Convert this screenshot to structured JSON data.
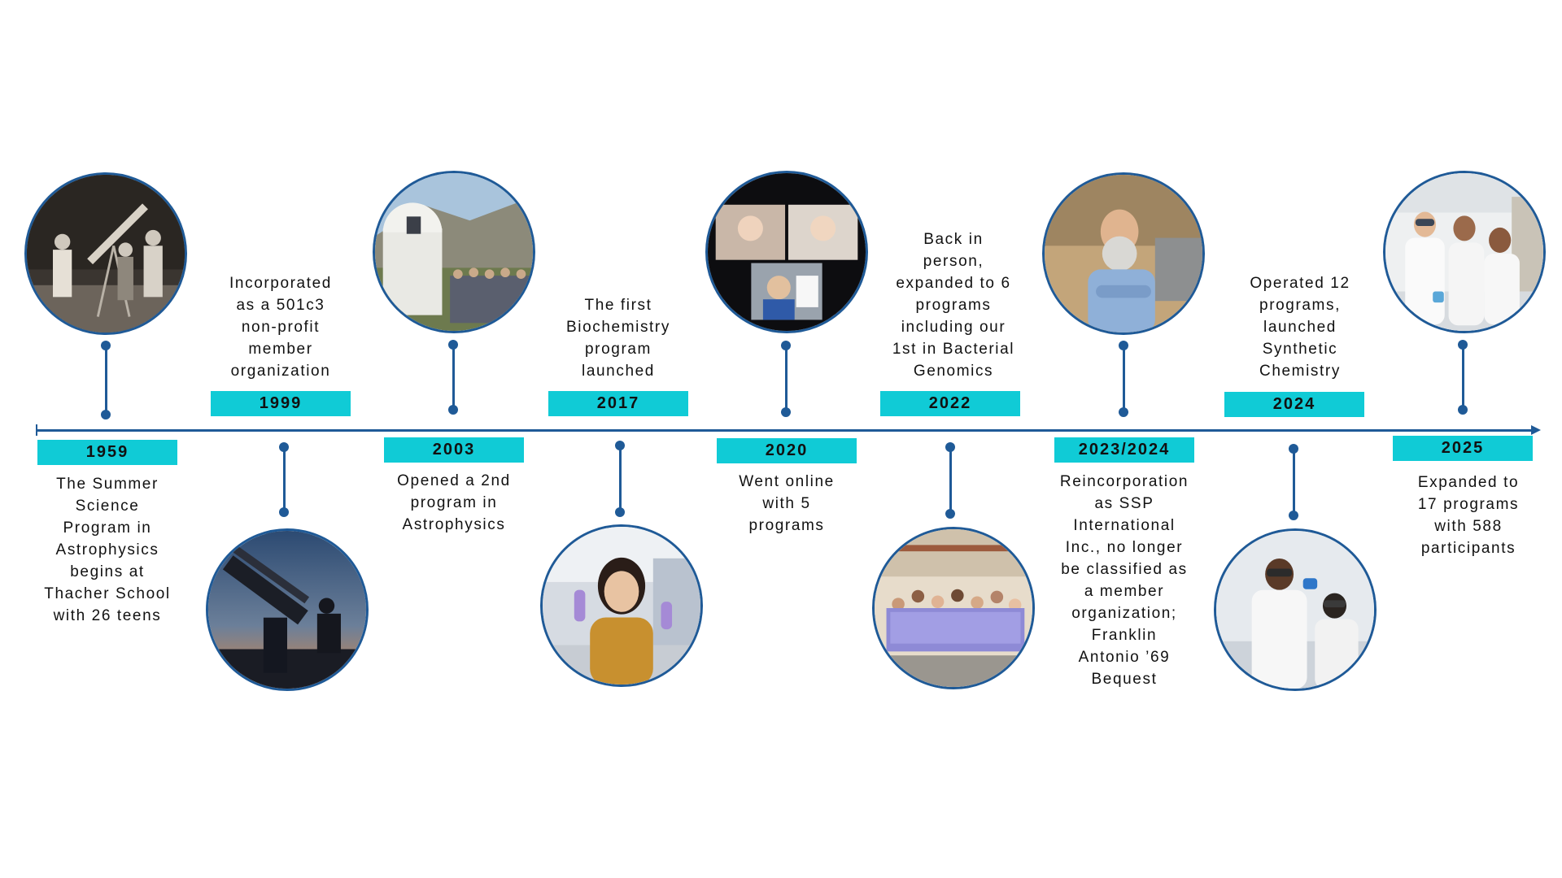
{
  "events": [
    {
      "year": "1959",
      "lines": [
        "The Summer",
        "Science",
        "Program in",
        "Astrophysics",
        "begins at",
        "Thacher School",
        "with 26 teens"
      ],
      "photo": "vintage-astronomers-with-telescope-photo"
    },
    {
      "year": "1999",
      "lines": [
        "Incorporated",
        "as a 501c3",
        "non-profit",
        "member",
        "organization"
      ],
      "photo": "telescope-at-dusk-photo"
    },
    {
      "year": "2003",
      "lines": [
        "Opened a 2nd",
        "program in",
        "Astrophysics"
      ],
      "photo": "observatory-dome-group-photo"
    },
    {
      "year": "2017",
      "lines": [
        "The first",
        "Biochemistry",
        "program",
        "launched"
      ],
      "photo": "student-in-lab-photo"
    },
    {
      "year": "2020",
      "lines": [
        "Went online",
        "with 5",
        "programs"
      ],
      "photo": "video-call-students-photo"
    },
    {
      "year": "2022",
      "lines": [
        "Back in",
        "person,",
        "expanded to 6",
        "programs",
        "including our",
        "1st in Bacterial",
        "Genomics"
      ],
      "photo": "group-of-students-photo"
    },
    {
      "year": "2023/2024",
      "lines": [
        "Reincorporation",
        "as SSP",
        "International",
        "Inc., no longer",
        "be classified as",
        "a member",
        "organization;",
        "Franklin",
        "Antonio ’69",
        "Bequest"
      ],
      "photo": "bearded-man-portrait-photo"
    },
    {
      "year": "2024",
      "lines": [
        "Operated 12",
        "programs,",
        "launched",
        "Synthetic",
        "Chemistry"
      ],
      "photo": "chemistry-students-goggles-photo"
    },
    {
      "year": "2025",
      "lines": [
        "Expanded to",
        "17 programs",
        "with 588",
        "participants"
      ],
      "photo": "students-in-lab-coats-photo"
    }
  ],
  "colors": {
    "axis": "#1f5a97",
    "year_label_bg": "#10cbd6",
    "text": "#111111"
  }
}
